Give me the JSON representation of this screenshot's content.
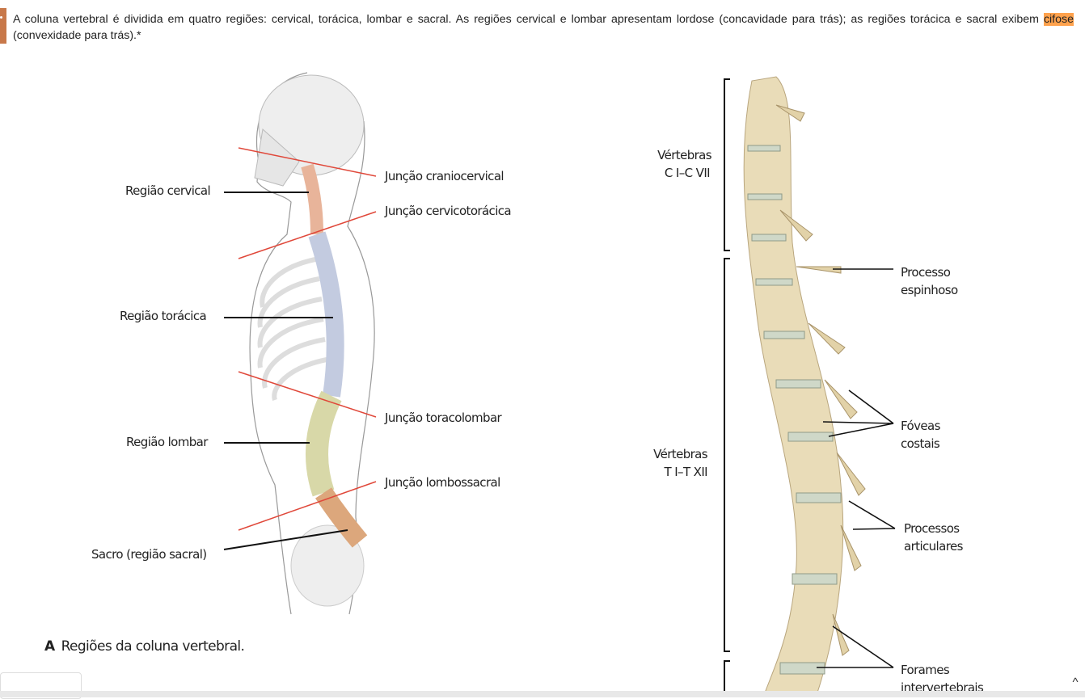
{
  "paragraph": {
    "before": "A coluna vertebral é dividida em quatro regiões: cervical, torácica, lombar e sacral. As regiões cervical e lombar apresentam lordose (concavidade para trás); as regiões torácica e sacral exibem ",
    "highlight": "cifose",
    "after": " (convexidade para trás).*",
    "highlight_color": "#ffa24d"
  },
  "figure_a": {
    "caption_letter": "A",
    "caption": "Regiões da coluna vertebral.",
    "regions": [
      "Região cervical",
      "Região torácica",
      "Região lombar",
      "Sacro (região sacral)"
    ],
    "junctions": [
      "Junção craniocervical",
      "Junção cervicotorácica",
      "Junção toracolombar",
      "Junção lombossacral"
    ],
    "colors": {
      "cervical": "#e8b49a",
      "thoracic": "#c3cbe0",
      "lumbar": "#d8d8a8",
      "sacral": "#dca77c",
      "junction_line": "#e0483a"
    }
  },
  "figure_b": {
    "brackets": [
      {
        "line1": "Vértebras",
        "line2": "C I–C VII"
      },
      {
        "line1": "Vértebras",
        "line2": "T I–T XII"
      }
    ],
    "labels": [
      {
        "line1": "Processo",
        "line2": "espinhoso"
      },
      {
        "line1": "Fóveas",
        "line2": "costais"
      },
      {
        "line1": "Processos",
        "line2": "articulares"
      },
      {
        "line1": "Forames",
        "line2": "intervertebrais"
      }
    ],
    "bone_color": "#e9dcb8"
  },
  "ui": {
    "scroll_up": "^"
  }
}
